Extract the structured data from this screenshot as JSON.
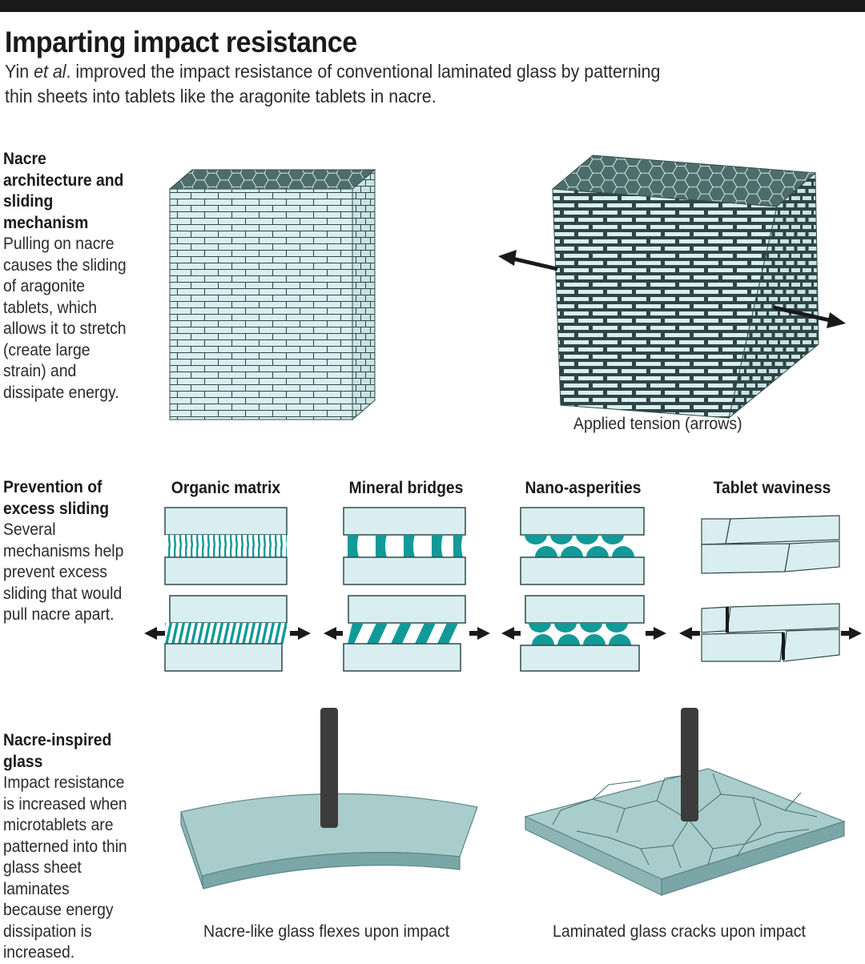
{
  "title": "Imparting impact resistance",
  "subtitle": {
    "before": "Yin ",
    "italic": "et al",
    "after": ". improved the impact resistance of conventional laminated glass by patterning thin sheets into tablets like the aragonite tablets in nacre."
  },
  "sections": [
    {
      "heading": "Nacre architecture and sliding mechanism",
      "body": "Pulling on nacre causes the sliding of aragonite tablets, which allows it to stretch (create large strain) and dissipate energy."
    },
    {
      "heading": "Prevention of excess sliding",
      "body": "Several mechanisms help prevent excess sliding that would pull nacre apart."
    },
    {
      "heading": "Nacre-inspired glass",
      "body": "Impact resistance is increased when microtablets are patterned into thin glass sheet laminates because energy dissipation is increased."
    }
  ],
  "tension_caption": "Applied tension (arrows)",
  "mechanisms": [
    "Organic matrix",
    "Mineral bridges",
    "Nano-asperities",
    "Tablet waviness"
  ],
  "glass_captions": {
    "left": "Nacre-like glass flexes upon impact",
    "right": "Laminated glass cracks upon impact"
  },
  "colors": {
    "tablet_fill": "#d9eef0",
    "cube_top": "#4c6d6c",
    "teal": "#119a98",
    "glass_top": "#a9cccc",
    "glass_side": "#7ba6a7",
    "rod": "#3c3c3c"
  }
}
